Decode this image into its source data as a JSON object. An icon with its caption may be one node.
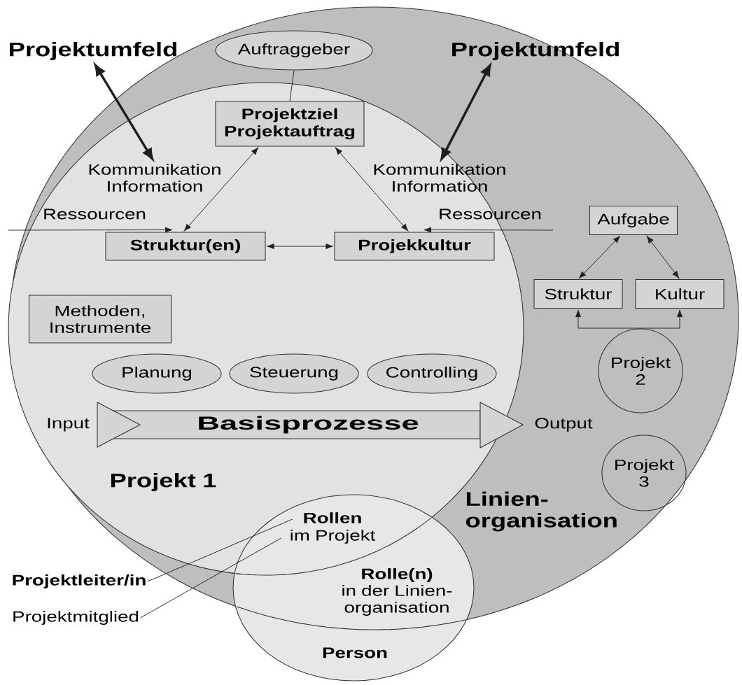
{
  "diagram": {
    "nodes": [
      {
        "text": [
          "Linien- organisation"
        ]
      },
      {
        "text": [
          "Projektumfeld"
        ]
      },
      {
        "text": [
          "Auftraggeber"
        ],
        "in": 0
      },
      {
        "text": [
          "Projektumfeld"
        ],
        "in": 0
      },
      {
        "text": [
          "Projekt 1"
        ],
        "in": 0
      },
      {
        "text": [
          "Projektziel Projektauftrag"
        ],
        "in": 4
      },
      {
        "text": [
          "Kommunikation Information"
        ],
        "in": 4
      },
      {
        "text": [
          "Kommunikation Information"
        ],
        "in": 4
      },
      {
        "text": [
          "Struktur(en)"
        ],
        "in": 4
      },
      {
        "text": [
          "Projekkultur"
        ],
        "in": 4
      },
      {
        "text": [
          "Aufgabe"
        ],
        "in": 0
      },
      {
        "text": [
          "Struktur"
        ],
        "in": 0
      },
      {
        "text": [
          "Kultur"
        ],
        "in": 0
      },
      {
        "text": [
          "Methoden, Instrumente"
        ],
        "in": 4
      },
      {
        "text": [
          "Planung"
        ],
        "in": 4
      },
      {
        "text": [
          "Steuerung"
        ],
        "in": 4
      },
      {
        "text": [
          "Controlling"
        ],
        "in": 4
      },
      {
        "text": [
          "Projekt 2"
        ],
        "in": 0
      },
      {
        "text": [
          "Basisprozesse"
        ],
        "in": 4
      },
      {
        "text": [
          "Projekt 3"
        ],
        "in": 0
      },
      {
        "text": [
          "Rolle(n)",
          "in der Linien- organisation",
          "Person"
        ]
      },
      {
        "text": [
          "Rollen",
          "im Projekt"
        ]
      },
      {
        "text": [
          "Projektleiter/in"
        ]
      },
      {
        "text": [
          "Projektmitglied"
        ]
      }
    ],
    "edges": [
      {
        "from": 1,
        "to": 6,
        "arrow": "both",
        "style": "thick"
      },
      {
        "from": 3,
        "to": 7,
        "arrow": "both",
        "style": "thick"
      },
      {
        "from": 2,
        "to": 5,
        "arrow": "none"
      },
      {
        "from": 8,
        "to": 5,
        "arrow": "both"
      },
      {
        "from": 5,
        "to": 9,
        "arrow": "both"
      },
      {
        "from": null,
        "to": 8,
        "arrow": "to",
        "label": "Ressourcen"
      },
      {
        "from": null,
        "to": 9,
        "arrow": "to",
        "label": "Ressourcen"
      },
      {
        "from": 8,
        "to": 9,
        "arrow": "both"
      },
      {
        "from": 11,
        "to": 10,
        "arrow": "both"
      },
      {
        "from": 12,
        "to": 10,
        "arrow": "both"
      },
      {
        "from": 11,
        "to": 12,
        "arrow": "both"
      },
      {
        "from": 22,
        "to": 21,
        "arrow": "none"
      },
      {
        "from": 23,
        "to": 21,
        "arrow": "none"
      }
    ],
    "labels": [
      "Input",
      "Output"
    ]
  }
}
